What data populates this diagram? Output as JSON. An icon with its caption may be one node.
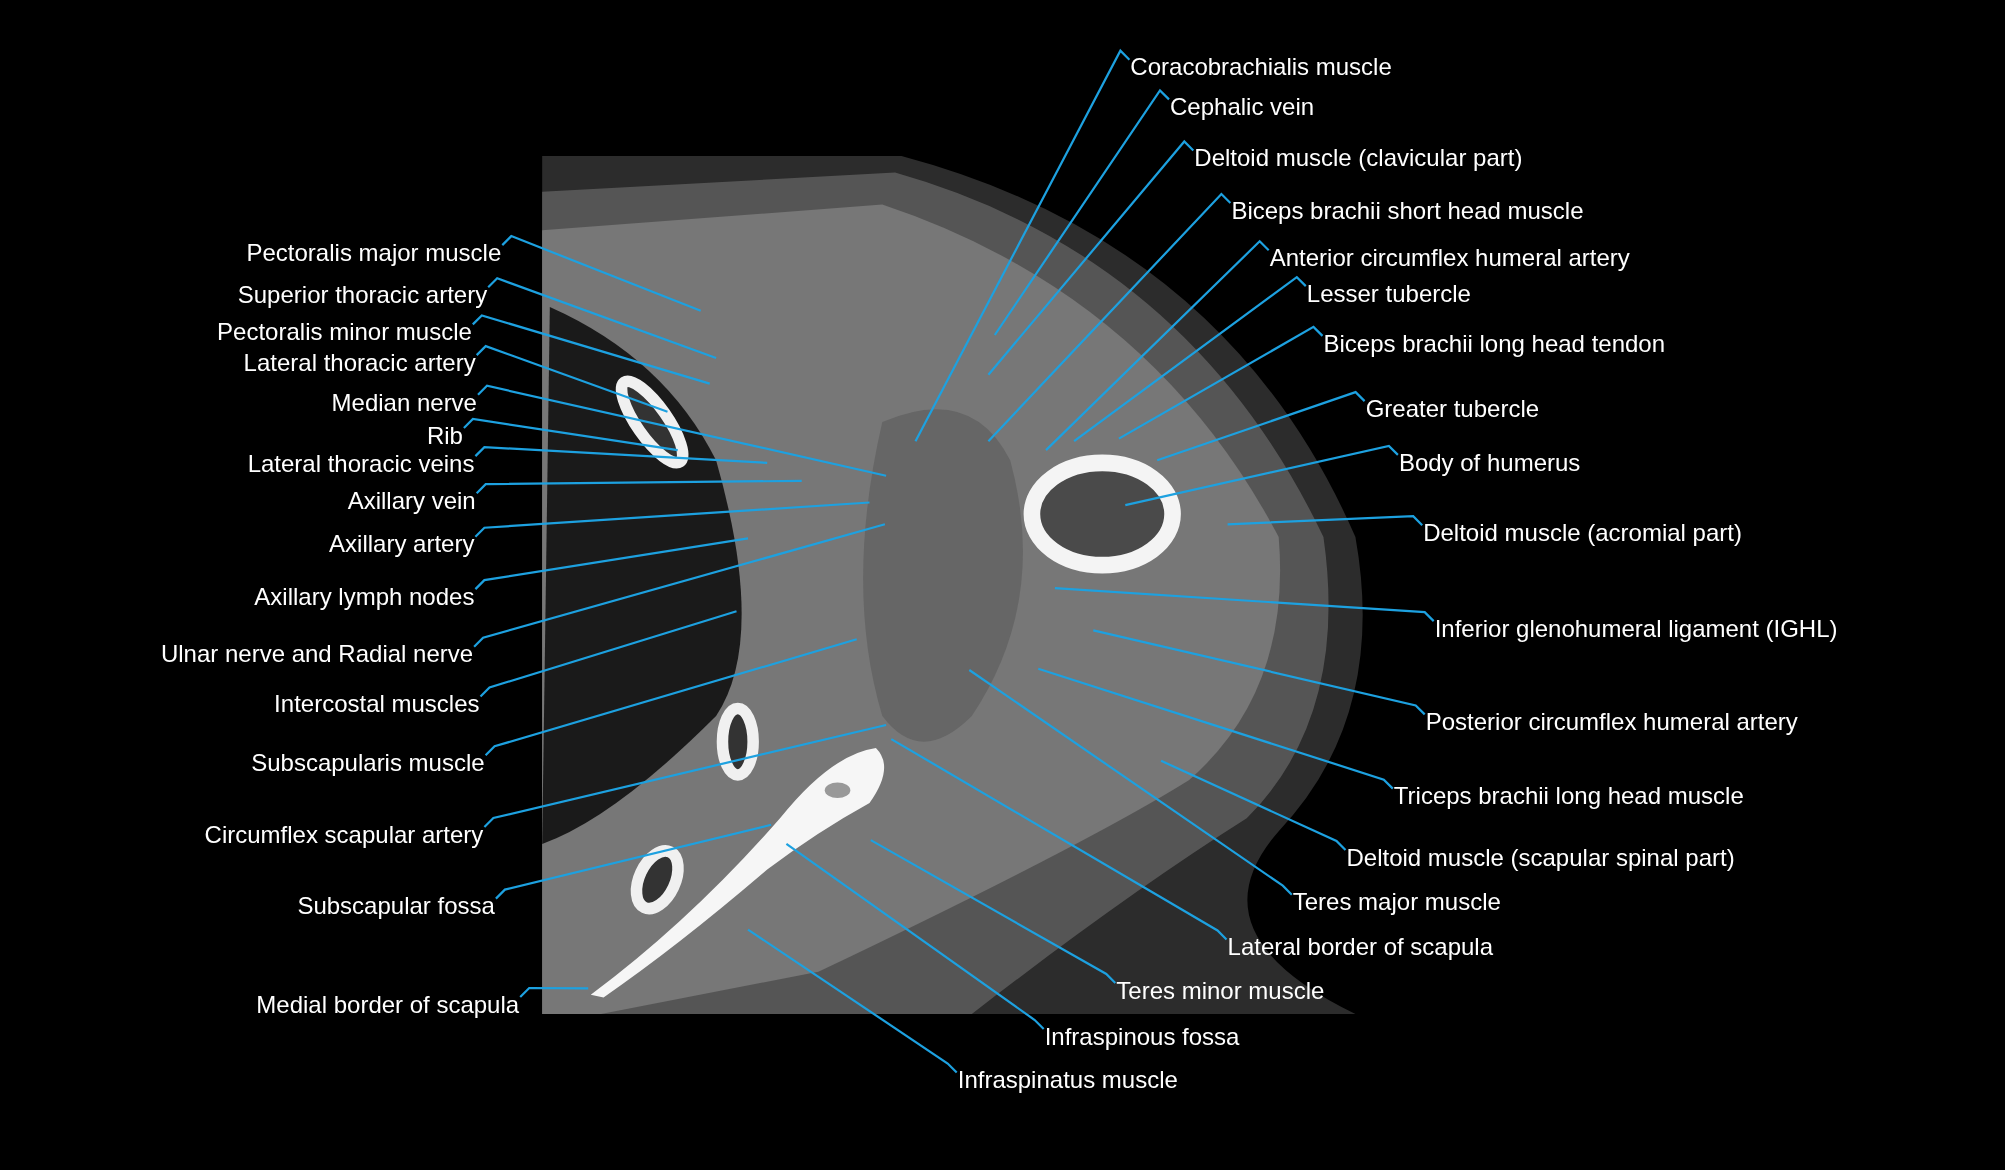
{
  "diagram": {
    "nodes": [
      {
        "text": [
          "Pectoralis major muscle"
        ]
      },
      {
        "text": [
          "Superior thoracic artery"
        ]
      },
      {
        "text": [
          "Pectoralis minor muscle"
        ]
      },
      {
        "text": [
          "Lateral thoracic artery"
        ]
      },
      {
        "text": [
          "Median nerve"
        ]
      },
      {
        "text": [
          "Rib"
        ]
      },
      {
        "text": [
          "Lateral thoracic veins"
        ]
      },
      {
        "text": [
          "Axillary vein"
        ]
      },
      {
        "text": [
          "Axillary artery"
        ]
      },
      {
        "text": [
          "Axillary lymph nodes"
        ]
      },
      {
        "text": [
          "Ulnar nerve and Radial nerve"
        ]
      },
      {
        "text": [
          "Intercostal muscles"
        ]
      },
      {
        "text": [
          "Subscapularis muscle"
        ]
      },
      {
        "text": [
          "Circumflex scapular artery"
        ]
      },
      {
        "text": [
          "Subscapular fossa"
        ]
      },
      {
        "text": [
          "Medial border of scapula"
        ]
      },
      {
        "text": [
          "Coracobrachialis muscle"
        ]
      },
      {
        "text": [
          "Cephalic vein"
        ]
      },
      {
        "text": [
          "Deltoid muscle (clavicular part)"
        ]
      },
      {
        "text": [
          "Biceps brachii short head muscle"
        ]
      },
      {
        "text": [
          "Anterior circumflex humeral artery"
        ]
      },
      {
        "text": [
          "Lesser tubercle"
        ]
      },
      {
        "text": [
          "Biceps brachii long head tendon"
        ]
      },
      {
        "text": [
          "Greater tubercle"
        ]
      },
      {
        "text": [
          "Body of humerus"
        ]
      },
      {
        "text": [
          "Deltoid muscle (acromial part)"
        ]
      },
      {
        "text": [
          "Inferior glenohumeral ligament (IGHL)"
        ]
      },
      {
        "text": [
          "Posterior circumflex humeral artery"
        ]
      },
      {
        "text": [
          "Triceps brachii long head muscle"
        ]
      },
      {
        "text": [
          "Deltoid muscle (scapular spinal part)"
        ]
      },
      {
        "text": [
          "Teres major muscle"
        ]
      },
      {
        "text": [
          "Lateral border of scapula"
        ]
      },
      {
        "text": [
          "Teres minor muscle"
        ]
      },
      {
        "text": [
          "Infraspinous fossa"
        ]
      },
      {
        "text": [
          "Infraspinatus muscle"
        ]
      }
    ],
    "edges": [
      {
        "from": 0,
        "to": null,
        "arrow": "none"
      },
      {
        "from": 1,
        "to": null,
        "arrow": "none"
      },
      {
        "from": 2,
        "to": null,
        "arrow": "none"
      },
      {
        "from": 3,
        "to": null,
        "arrow": "none"
      },
      {
        "from": 4,
        "to": null,
        "arrow": "none"
      },
      {
        "from": 5,
        "to": null,
        "arrow": "none"
      },
      {
        "from": 6,
        "to": null,
        "arrow": "none"
      },
      {
        "from": 7,
        "to": null,
        "arrow": "none"
      },
      {
        "from": 8,
        "to": null,
        "arrow": "none"
      },
      {
        "from": 9,
        "to": null,
        "arrow": "none"
      },
      {
        "from": 10,
        "to": null,
        "arrow": "none"
      },
      {
        "from": 11,
        "to": null,
        "arrow": "none"
      },
      {
        "from": 12,
        "to": null,
        "arrow": "none"
      },
      {
        "from": 13,
        "to": null,
        "arrow": "none"
      },
      {
        "from": 14,
        "to": null,
        "arrow": "none"
      },
      {
        "from": 15,
        "to": null,
        "arrow": "none"
      },
      {
        "from": 16,
        "to": null,
        "arrow": "none"
      },
      {
        "from": 17,
        "to": null,
        "arrow": "none"
      },
      {
        "from": 18,
        "to": null,
        "arrow": "none"
      },
      {
        "from": 19,
        "to": null,
        "arrow": "none"
      },
      {
        "from": 20,
        "to": null,
        "arrow": "none"
      },
      {
        "from": 21,
        "to": null,
        "arrow": "none"
      },
      {
        "from": 22,
        "to": null,
        "arrow": "none"
      },
      {
        "from": 23,
        "to": null,
        "arrow": "none"
      },
      {
        "from": 24,
        "to": null,
        "arrow": "none"
      },
      {
        "from": 25,
        "to": null,
        "arrow": "none"
      },
      {
        "from": 26,
        "to": null,
        "arrow": "none"
      },
      {
        "from": 27,
        "to": null,
        "arrow": "none"
      },
      {
        "from": 28,
        "to": null,
        "arrow": "none"
      },
      {
        "from": 29,
        "to": null,
        "arrow": "none"
      },
      {
        "from": 30,
        "to": null,
        "arrow": "none"
      },
      {
        "from": 31,
        "to": null,
        "arrow": "none"
      },
      {
        "from": 32,
        "to": null,
        "arrow": "none"
      },
      {
        "from": 33,
        "to": null,
        "arrow": "none"
      },
      {
        "from": 34,
        "to": null,
        "arrow": "none"
      }
    ]
  }
}
